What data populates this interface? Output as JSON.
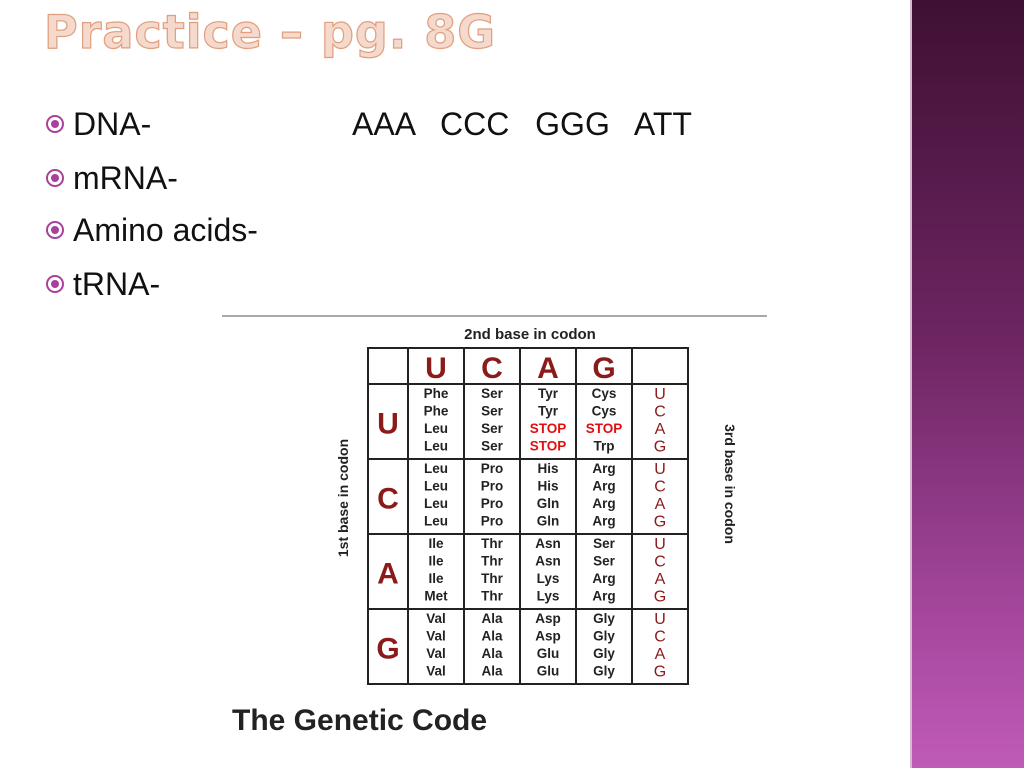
{
  "slide": {
    "title": "Practice – pg. 8G",
    "bullets": [
      {
        "label": "DNA-"
      },
      {
        "label": "mRNA-"
      },
      {
        "label": "Amino acids-"
      },
      {
        "label": "tRNA-"
      }
    ],
    "dna_sequence": "AAA  CCC  GGG  ATT",
    "colors": {
      "accent": "#a8419c",
      "title": "#f5d9cc",
      "side_band_top": "#3f1033",
      "side_band_bottom": "#bf5bb8",
      "base_letter": "#8b1a1a",
      "stop": "#e01010"
    }
  },
  "genetic_code": {
    "caption": "The Genetic Code",
    "second_base_label": "2nd base in codon",
    "first_base_label": "1st base in codon",
    "third_base_label": "3rd base in codon",
    "bases": [
      "U",
      "C",
      "A",
      "G"
    ],
    "third_bases": [
      "U",
      "C",
      "A",
      "G"
    ],
    "rows": [
      {
        "first": "U",
        "cols": [
          [
            "Phe",
            "Phe",
            "Leu",
            "Leu"
          ],
          [
            "Ser",
            "Ser",
            "Ser",
            "Ser"
          ],
          [
            "Tyr",
            "Tyr",
            "STOP",
            "STOP"
          ],
          [
            "Cys",
            "Cys",
            "STOP",
            "Trp"
          ]
        ]
      },
      {
        "first": "C",
        "cols": [
          [
            "Leu",
            "Leu",
            "Leu",
            "Leu"
          ],
          [
            "Pro",
            "Pro",
            "Pro",
            "Pro"
          ],
          [
            "His",
            "His",
            "Gln",
            "Gln"
          ],
          [
            "Arg",
            "Arg",
            "Arg",
            "Arg"
          ]
        ]
      },
      {
        "first": "A",
        "cols": [
          [
            "Ile",
            "Ile",
            "Ile",
            "Met"
          ],
          [
            "Thr",
            "Thr",
            "Thr",
            "Thr"
          ],
          [
            "Asn",
            "Asn",
            "Lys",
            "Lys"
          ],
          [
            "Ser",
            "Ser",
            "Arg",
            "Arg"
          ]
        ]
      },
      {
        "first": "G",
        "cols": [
          [
            "Val",
            "Val",
            "Val",
            "Val"
          ],
          [
            "Ala",
            "Ala",
            "Ala",
            "Ala"
          ],
          [
            "Asp",
            "Asp",
            "Glu",
            "Glu"
          ],
          [
            "Gly",
            "Gly",
            "Gly",
            "Gly"
          ]
        ]
      }
    ]
  }
}
